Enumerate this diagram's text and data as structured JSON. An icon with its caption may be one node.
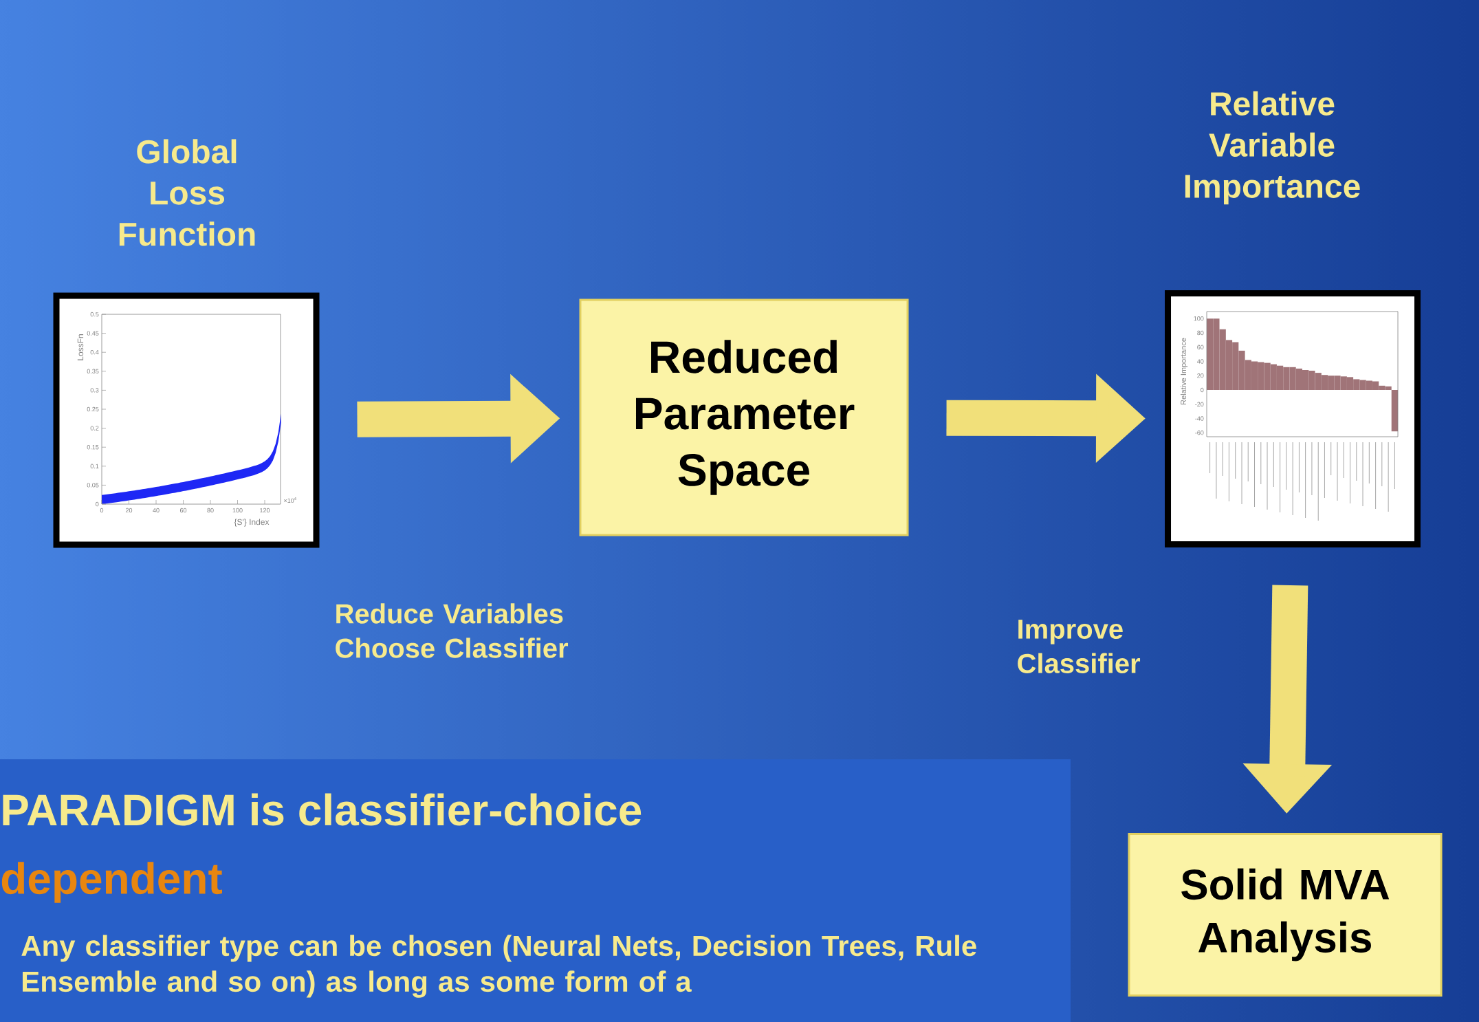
{
  "diagram": {
    "nodes": [
      {
        "text": [
          "Global Loss Function"
        ]
      },
      {
        "text": [
          "Reduced Parameter Space"
        ]
      },
      {
        "text": [
          "Relative Variable Importance"
        ]
      },
      {
        "text": [
          "Solid MVA Analysis"
        ]
      }
    ],
    "edges": [
      {
        "from": 0,
        "to": 1,
        "arrow": "to"
      },
      {
        "from": 1,
        "to": 2,
        "arrow": "to"
      },
      {
        "from": 2,
        "to": 3,
        "arrow": "to"
      }
    ],
    "labels": [
      "LossFn",
      "0",
      "0.05",
      "0.1",
      "0.15",
      "0.2",
      "0.25",
      "0.3",
      "0.35",
      "0.4",
      "0.45",
      "0.5",
      "0",
      "20",
      "40",
      "60",
      "80",
      "100",
      "120",
      "×10$^{4}$",
      "{S'} Index",
      "Relative Importance",
      "100",
      "80",
      "60",
      "40",
      "20",
      "0",
      "-20",
      "-40",
      "-60",
      "Reduce Variables Choose Classifier",
      "Improve Classifier",
      "PARADIGM is classifier-choice",
      "dependent",
      "Any classifier type can be chosen (Neural Nets, Decision Trees, Rule Ensemble and so on)  as long as some form of a"
    ]
  }
}
